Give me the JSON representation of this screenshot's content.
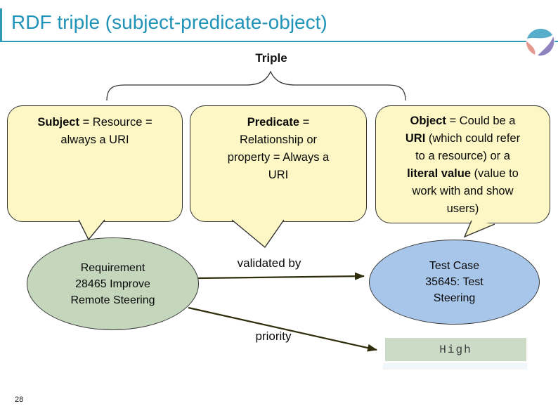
{
  "slide": {
    "title": "RDF triple (subject-predicate-object)",
    "page_number": "28"
  },
  "diagram": {
    "group_label": "Triple",
    "callouts": [
      {
        "name": "subject",
        "segments": [
          {
            "text": "Subject",
            "bold": true
          },
          {
            "text": " = Resource =",
            "bold": false
          },
          {
            "br": true
          },
          {
            "text": "always a URI",
            "bold": false
          }
        ]
      },
      {
        "name": "predicate",
        "segments": [
          {
            "text": "Predicate",
            "bold": true
          },
          {
            "text": " =",
            "bold": false
          },
          {
            "br": true
          },
          {
            "text": "Relationship or",
            "bold": false
          },
          {
            "br": true
          },
          {
            "text": "property = Always a",
            "bold": false
          },
          {
            "br": true
          },
          {
            "text": "URI",
            "bold": false
          }
        ]
      },
      {
        "name": "object",
        "segments": [
          {
            "text": "Object",
            "bold": true
          },
          {
            "text": " = Could be a",
            "bold": false
          },
          {
            "br": true
          },
          {
            "text": "URI",
            "bold": true
          },
          {
            "text": " (which could refer",
            "bold": false
          },
          {
            "br": true
          },
          {
            "text": "to a resource) or a",
            "bold": false
          },
          {
            "br": true
          },
          {
            "text": "literal value",
            "bold": true
          },
          {
            "text": " (value to",
            "bold": false
          },
          {
            "br": true
          },
          {
            "text": "work with and show",
            "bold": false
          },
          {
            "br": true
          },
          {
            "text": "users)",
            "bold": false
          }
        ]
      }
    ],
    "example": {
      "subject_node_lines": [
        "Requirement",
        "28465 Improve",
        "Remote Steering"
      ],
      "object_node_lines": [
        "Test Case",
        "35645: Test",
        "Steering"
      ],
      "edge_labels": {
        "validated_by": "validated by",
        "priority": "priority"
      },
      "literal_value": "High"
    }
  },
  "icons": {
    "logo": "sphere-swoosh-logo"
  },
  "colors": {
    "title_text": "#2093B8",
    "header_rule": "#2E9AB5",
    "callout_fill": "#FCF7C5",
    "requirement_fill": "#C4D6BC",
    "testcase_fill": "#A8C6E9",
    "value_fill": "#CBDBC6",
    "connector": "#2E2E0C"
  }
}
